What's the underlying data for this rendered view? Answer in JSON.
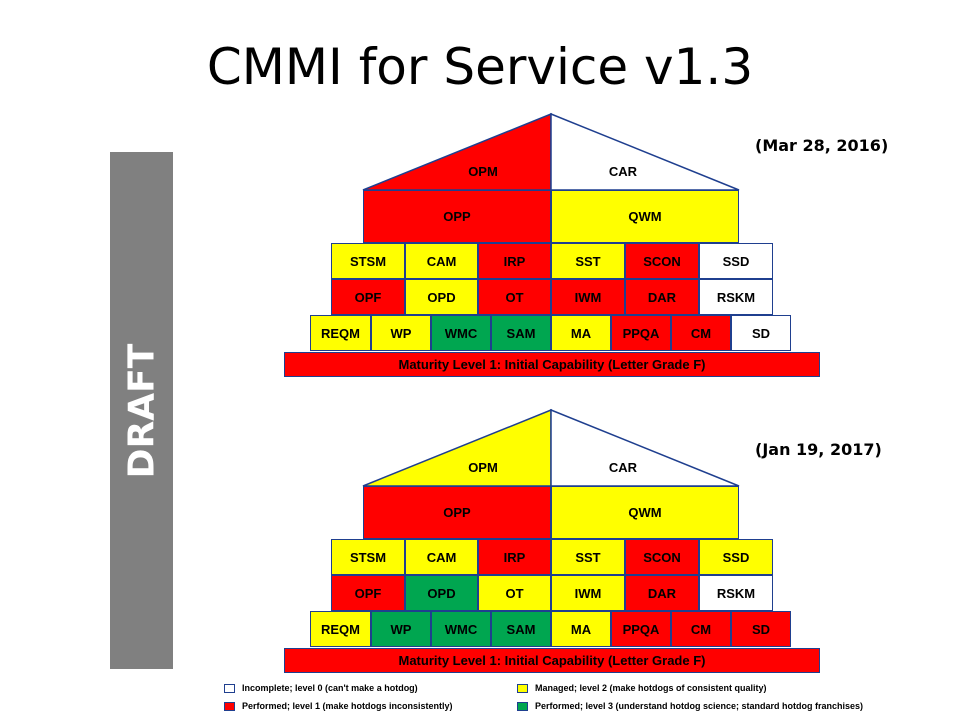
{
  "title": "CMMI for Service v1.3",
  "watermark": "DRAFT",
  "colors": {
    "incomplete": "#ffffff",
    "performed": "#ff0000",
    "managed": "#ffff00",
    "defined": "#00a650",
    "border": "#1f3f8f"
  },
  "houses": [
    {
      "date": "(Mar 28, 2016)",
      "base": "Maturity Level 1: Initial Capability (Letter Grade F)",
      "roof": [
        {
          "label": "OPM",
          "status": "performed"
        },
        {
          "label": "CAR",
          "status": "incomplete"
        }
      ],
      "rows": [
        [
          {
            "label": "OPP",
            "status": "performed"
          },
          {
            "label": "QWM",
            "status": "managed"
          }
        ],
        [
          {
            "label": "STSM",
            "status": "managed"
          },
          {
            "label": "CAM",
            "status": "managed"
          },
          {
            "label": "IRP",
            "status": "performed"
          },
          {
            "label": "SST",
            "status": "managed"
          },
          {
            "label": "SCON",
            "status": "performed"
          },
          {
            "label": "SSD",
            "status": "incomplete"
          }
        ],
        [
          {
            "label": "OPF",
            "status": "performed"
          },
          {
            "label": "OPD",
            "status": "managed"
          },
          {
            "label": "OT",
            "status": "performed"
          },
          {
            "label": "IWM",
            "status": "performed"
          },
          {
            "label": "DAR",
            "status": "performed"
          },
          {
            "label": "RSKM",
            "status": "incomplete"
          }
        ],
        [
          {
            "label": "REQM",
            "status": "managed"
          },
          {
            "label": "WP",
            "status": "managed"
          },
          {
            "label": "WMC",
            "status": "defined"
          },
          {
            "label": "SAM",
            "status": "defined"
          },
          {
            "label": "MA",
            "status": "managed"
          },
          {
            "label": "PPQA",
            "status": "performed"
          },
          {
            "label": "CM",
            "status": "performed"
          },
          {
            "label": "SD",
            "status": "incomplete"
          }
        ]
      ]
    },
    {
      "date": "(Jan 19, 2017)",
      "base": "Maturity Level 1: Initial Capability (Letter Grade F)",
      "roof": [
        {
          "label": "OPM",
          "status": "managed"
        },
        {
          "label": "CAR",
          "status": "incomplete"
        }
      ],
      "rows": [
        [
          {
            "label": "OPP",
            "status": "performed"
          },
          {
            "label": "QWM",
            "status": "managed"
          }
        ],
        [
          {
            "label": "STSM",
            "status": "managed"
          },
          {
            "label": "CAM",
            "status": "managed"
          },
          {
            "label": "IRP",
            "status": "performed"
          },
          {
            "label": "SST",
            "status": "managed"
          },
          {
            "label": "SCON",
            "status": "performed"
          },
          {
            "label": "SSD",
            "status": "managed"
          }
        ],
        [
          {
            "label": "OPF",
            "status": "performed"
          },
          {
            "label": "OPD",
            "status": "defined"
          },
          {
            "label": "OT",
            "status": "managed"
          },
          {
            "label": "IWM",
            "status": "managed"
          },
          {
            "label": "DAR",
            "status": "performed"
          },
          {
            "label": "RSKM",
            "status": "incomplete"
          }
        ],
        [
          {
            "label": "REQM",
            "status": "managed"
          },
          {
            "label": "WP",
            "status": "defined"
          },
          {
            "label": "WMC",
            "status": "defined"
          },
          {
            "label": "SAM",
            "status": "defined"
          },
          {
            "label": "MA",
            "status": "managed"
          },
          {
            "label": "PPQA",
            "status": "performed"
          },
          {
            "label": "CM",
            "status": "performed"
          },
          {
            "label": "SD",
            "status": "performed"
          }
        ]
      ]
    }
  ],
  "legend": [
    {
      "status": "incomplete",
      "text": "Incomplete; level 0 (can't make a hotdog)"
    },
    {
      "status": "managed",
      "text": "Managed; level 2 (make hotdogs of consistent quality)"
    },
    {
      "status": "performed",
      "text": "Performed; level 1 (make hotdogs inconsistently)"
    },
    {
      "status": "defined",
      "text": "Performed; level 3 (understand hotdog science; standard hotdog franchises)"
    }
  ]
}
